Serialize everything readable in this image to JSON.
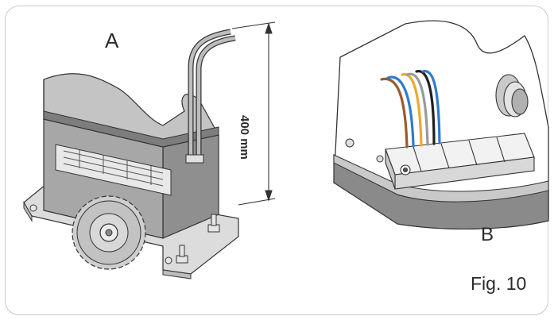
{
  "labels": {
    "motor": "A",
    "detail": "B"
  },
  "dimension": {
    "height_label": "400 mm"
  },
  "caption": "Fig. 10",
  "colors": {
    "frame_border": "#c9c9c9",
    "housing_grey": "#a7a7a7",
    "wire_brown": "#9c5a2c",
    "wire_orange": "#f0a830",
    "wire_blue": "#2e7bd0",
    "wire_black": "#1f1f1f",
    "wire_grey": "#9a9a9a"
  }
}
